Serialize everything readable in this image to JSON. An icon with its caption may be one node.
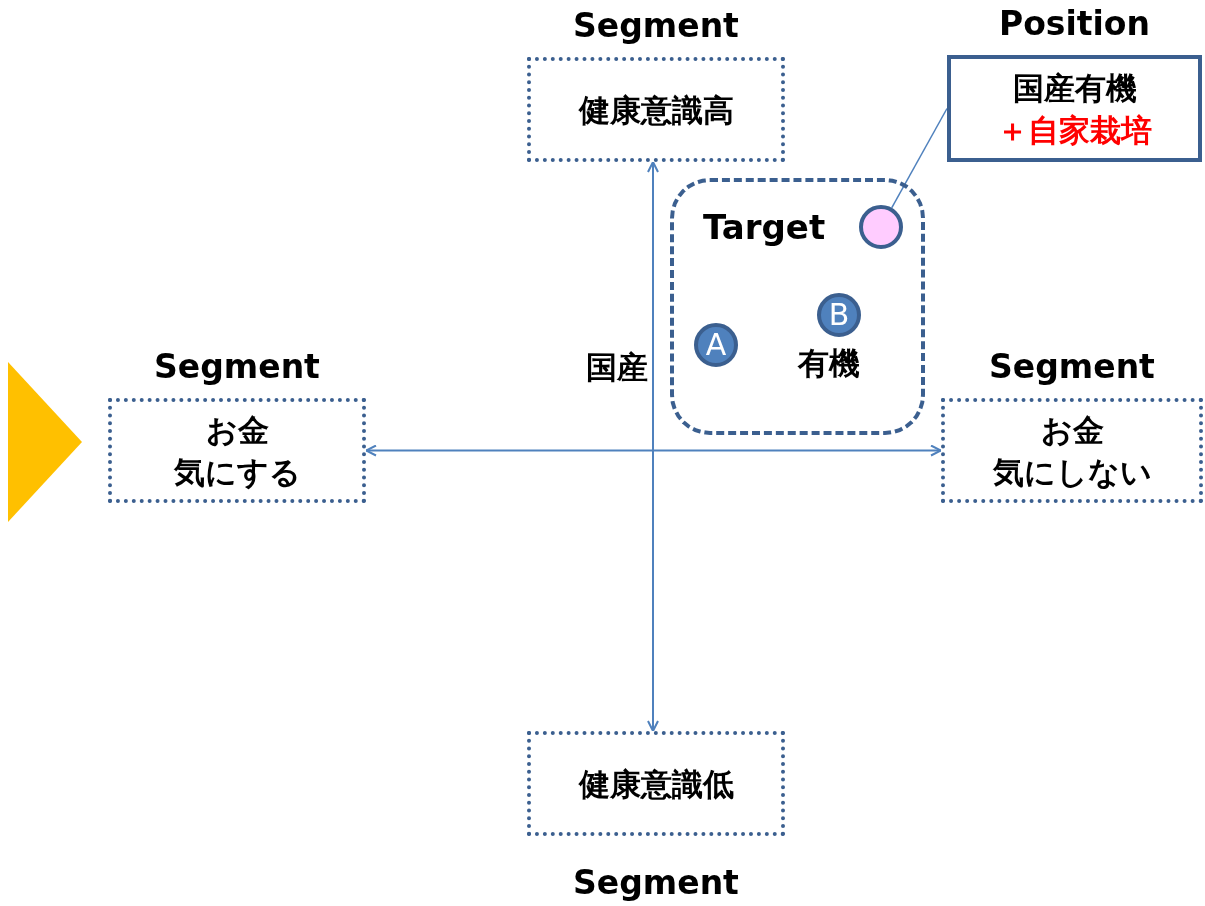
{
  "diagram": {
    "nodes": [
      {
        "text": [
          "Segment",
          "健康意識高"
        ]
      },
      {
        "text": [
          "Position",
          "国産有機",
          "＋自家栽培"
        ]
      },
      {
        "text": [
          "Target"
        ]
      },
      {
        "text": [],
        "shape": "circle",
        "in": 2
      },
      {
        "text": [
          "A"
        ],
        "beside": [
          "国産"
        ],
        "in": 2
      },
      {
        "text": [
          "B"
        ],
        "beside": [
          "有機"
        ],
        "in": 2
      },
      {
        "text": [
          "Segment",
          "お金",
          "気にする"
        ]
      },
      {
        "text": [
          "Segment",
          "お金",
          "気にしない"
        ]
      },
      {
        "text": [
          "健康意識低",
          "Segment"
        ]
      },
      {
        "text": [],
        "shape": "triangle"
      }
    ],
    "edges": [
      {
        "from": 3,
        "to": 1,
        "arrow": "none"
      },
      {
        "from": 6,
        "to": 7,
        "arrow": "both"
      },
      {
        "from": 0,
        "to": 8,
        "arrow": "both"
      }
    ]
  }
}
